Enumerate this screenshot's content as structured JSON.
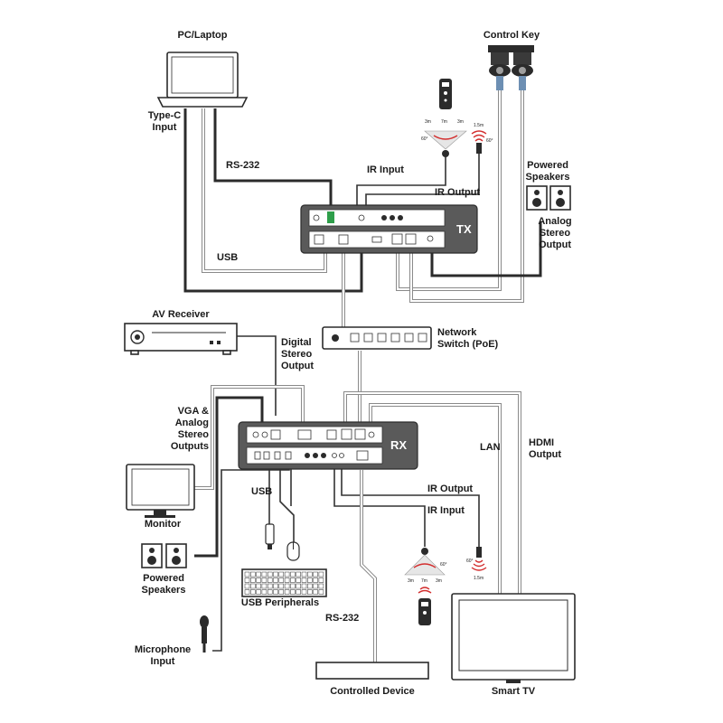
{
  "labels": {
    "pc_laptop": "PC/Laptop",
    "type_c_line1": "Type-C",
    "type_c_line2": "Input",
    "rs232_top": "RS-232",
    "usb_top": "USB",
    "ir_input_top": "IR Input",
    "ir_output_top": "IR Output",
    "control_key": "Control Key",
    "powered_speakers_top_l1": "Powered",
    "powered_speakers_top_l2": "Speakers",
    "analog_stereo_l1": "Analog",
    "analog_stereo_l2": "Stereo",
    "analog_stereo_l3": "Output",
    "tx": "TX",
    "av_receiver": "AV Receiver",
    "network_switch_l1": "Network",
    "network_switch_l2": "Switch (PoE)",
    "digital_stereo_l1": "Digital",
    "digital_stereo_l2": "Stereo",
    "digital_stereo_l3": "Output",
    "vga_l1": "VGA &",
    "vga_l2": "Analog",
    "vga_l3": "Stereo",
    "vga_l4": "Outputs",
    "rx": "RX",
    "lan": "LAN",
    "hdmi_output_l1": "HDMI",
    "hdmi_output_l2": "Output",
    "usb_rx": "USB",
    "ir_output_rx": "IR Output",
    "ir_input_rx": "IR Input",
    "monitor": "Monitor",
    "powered_speakers_bot_l1": "Powered",
    "powered_speakers_bot_l2": "Speakers",
    "usb_peripherals": "USB Peripherals",
    "rs232_bottom": "RS-232",
    "microphone_l1": "Microphone",
    "microphone_l2": "Input",
    "controlled_device": "Controlled Device",
    "smart_tv": "Smart TV"
  },
  "ir_specs": {
    "top_receiver": {
      "left_dist": "3m",
      "mid_dist": "7m",
      "right_dist": "3m",
      "angle": "60°"
    },
    "top_emitter": {
      "dist": "1.5m",
      "angle": "60°"
    },
    "bot_receiver": {
      "left_dist": "3m",
      "mid_dist": "7m",
      "right_dist": "3m",
      "angle": "60°"
    },
    "bot_emitter": {
      "dist": "1.5m",
      "angle": "60°"
    }
  },
  "colors": {
    "device_panel": "#5a5a5a",
    "cable_dark": "#2b2b2b",
    "cable_gray": "#8a8a8a",
    "ir_signal": "#d32f2f"
  }
}
